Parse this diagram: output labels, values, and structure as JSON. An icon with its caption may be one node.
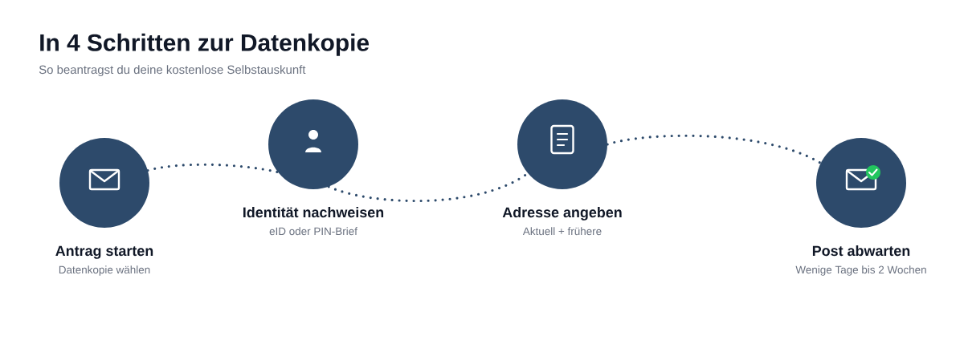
{
  "diagram": {
    "title": "In 4 Schritten zur Datenkopie",
    "nodes": [
      {
        "text": [
          "Antrag starten",
          "Datenkopie wählen"
        ]
      },
      {
        "text": [
          "Identität nachweisen",
          "eID oder PIN-Brief"
        ]
      },
      {
        "text": [
          "Adresse angeben",
          "Aktuell + frühere"
        ]
      },
      {
        "text": [
          "Post abwarten",
          "Wenige Tage bis 2 Wochen"
        ]
      }
    ],
    "edges": [
      {
        "from": 0,
        "to": 1,
        "arrow": "none",
        "style": "dashed"
      },
      {
        "from": 1,
        "to": 2,
        "arrow": "none",
        "style": "dashed"
      },
      {
        "from": 2,
        "to": 3,
        "arrow": "none",
        "style": "dashed"
      }
    ],
    "labels": [
      "So beantragst du deine kostenlose Selbstauskunft"
    ]
  }
}
